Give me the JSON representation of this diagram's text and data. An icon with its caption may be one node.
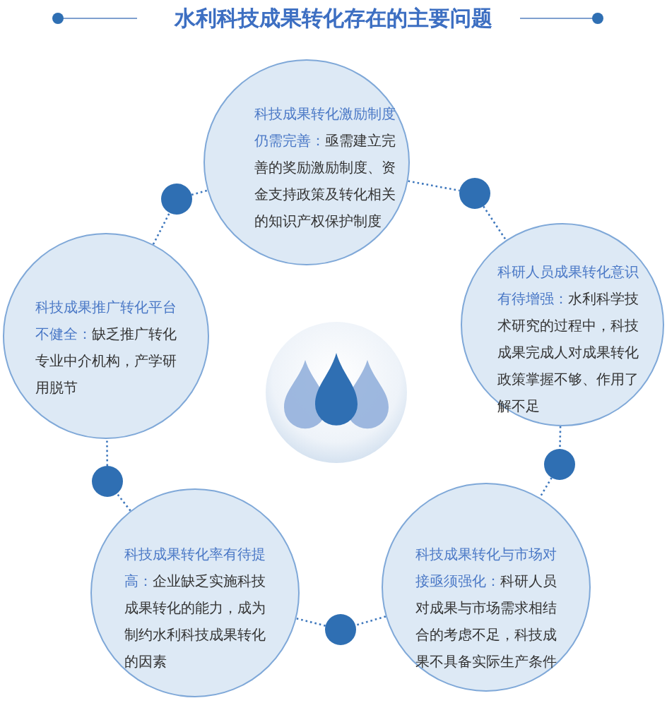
{
  "diagram": {
    "title": "水利科技成果转化存在的主要问题",
    "nodes": [
      {
        "text": [
          "科技成果转化激励制度仍需完善：",
          "亟需建立完善的奖励激励制度、资金支持政策及转化相关的知识产权保护制度"
        ]
      },
      {
        "text": [
          "科研人员成果转化意识有待增强：",
          "水利科学技术研究的过程中，科技成果完成人对成果转化政策掌握不够、作用了解不足"
        ]
      },
      {
        "text": [
          "科技成果转化与市场对接亟须强化：",
          "科研人员对成果与市场需求相结合的考虑不足，科技成果不具备实际生产条件"
        ]
      },
      {
        "text": [
          "科技成果转化率有待提高：",
          "企业缺乏实施科技成果转化的能力，成为制约水利科技成果转化的因素"
        ]
      },
      {
        "text": [
          "科技成果推广转化平台不健全：",
          "缺乏推广转化专业中介机构，产学研用脱节"
        ]
      },
      {
        "text": [],
        "shape": "circle"
      },
      {
        "text": [],
        "shape": "circle"
      },
      {
        "text": [],
        "shape": "circle"
      },
      {
        "text": [],
        "shape": "circle"
      },
      {
        "text": [],
        "shape": "circle"
      }
    ],
    "edges": [
      {
        "from": 0,
        "to": 5,
        "arrow": "none"
      },
      {
        "from": 5,
        "to": 1,
        "arrow": "none"
      },
      {
        "from": 1,
        "to": 6,
        "arrow": "none"
      },
      {
        "from": 6,
        "to": 2,
        "arrow": "none"
      },
      {
        "from": 2,
        "to": 7,
        "arrow": "none"
      },
      {
        "from": 7,
        "to": 3,
        "arrow": "none"
      },
      {
        "from": 3,
        "to": 8,
        "arrow": "none"
      },
      {
        "from": 8,
        "to": 4,
        "arrow": "none"
      },
      {
        "from": 4,
        "to": 9,
        "arrow": "none"
      },
      {
        "from": 9,
        "to": 0,
        "arrow": "none"
      }
    ]
  }
}
